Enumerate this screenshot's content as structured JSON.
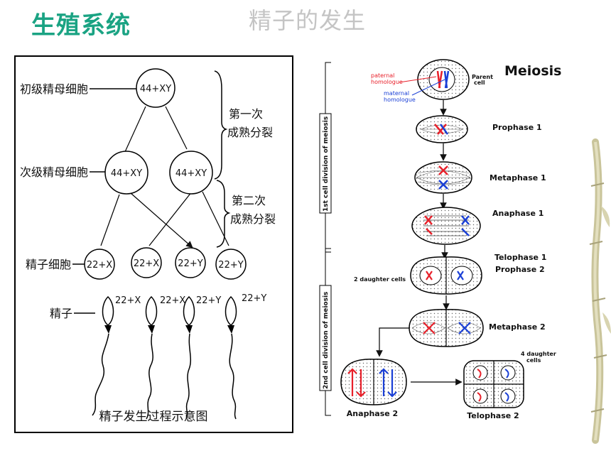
{
  "header": {
    "title": "生殖系统",
    "subtitle": "精子的发生"
  },
  "spermatogenesis": {
    "caption": "精子发生过程示意图",
    "row_labels": {
      "primary": "初级精母细胞",
      "secondary": "次级精母细胞",
      "spermatid": "精子细胞",
      "sperm": "精子"
    },
    "primary_cell": "44+XY",
    "secondary_cells": [
      "44+XY",
      "44+XY"
    ],
    "spermatids": [
      "22+X",
      "22+X",
      "22+Y",
      "22+Y"
    ],
    "sperm_labels": [
      "22+X",
      "22+X",
      "22+Y",
      "22+Y"
    ],
    "first_division": "第一次成熟分裂",
    "second_division": "第二次成熟分裂"
  },
  "meiosis": {
    "title": "Meiosis",
    "parent_cell": "Parent cell",
    "paternal": "paternal homologue",
    "maternal": "maternal homologue",
    "first_division_label": "1st cell division of meiosis",
    "second_division_label": "2nd cell division of meiosis",
    "stages": {
      "prophase1": "Prophase 1",
      "metaphase1": "Metaphase 1",
      "anaphase1": "Anaphase 1",
      "telophase1": "Telophase 1",
      "prophase2": "Prophase 2",
      "metaphase2": "Metaphase 2",
      "anaphase2": "Anaphase 2",
      "telophase2": "Telophase 2"
    },
    "two_daughter": "2 daughter cells",
    "four_daughter": "4 daughter cells",
    "colors": {
      "paternal": "#e8202a",
      "maternal": "#1a3fd6"
    }
  }
}
